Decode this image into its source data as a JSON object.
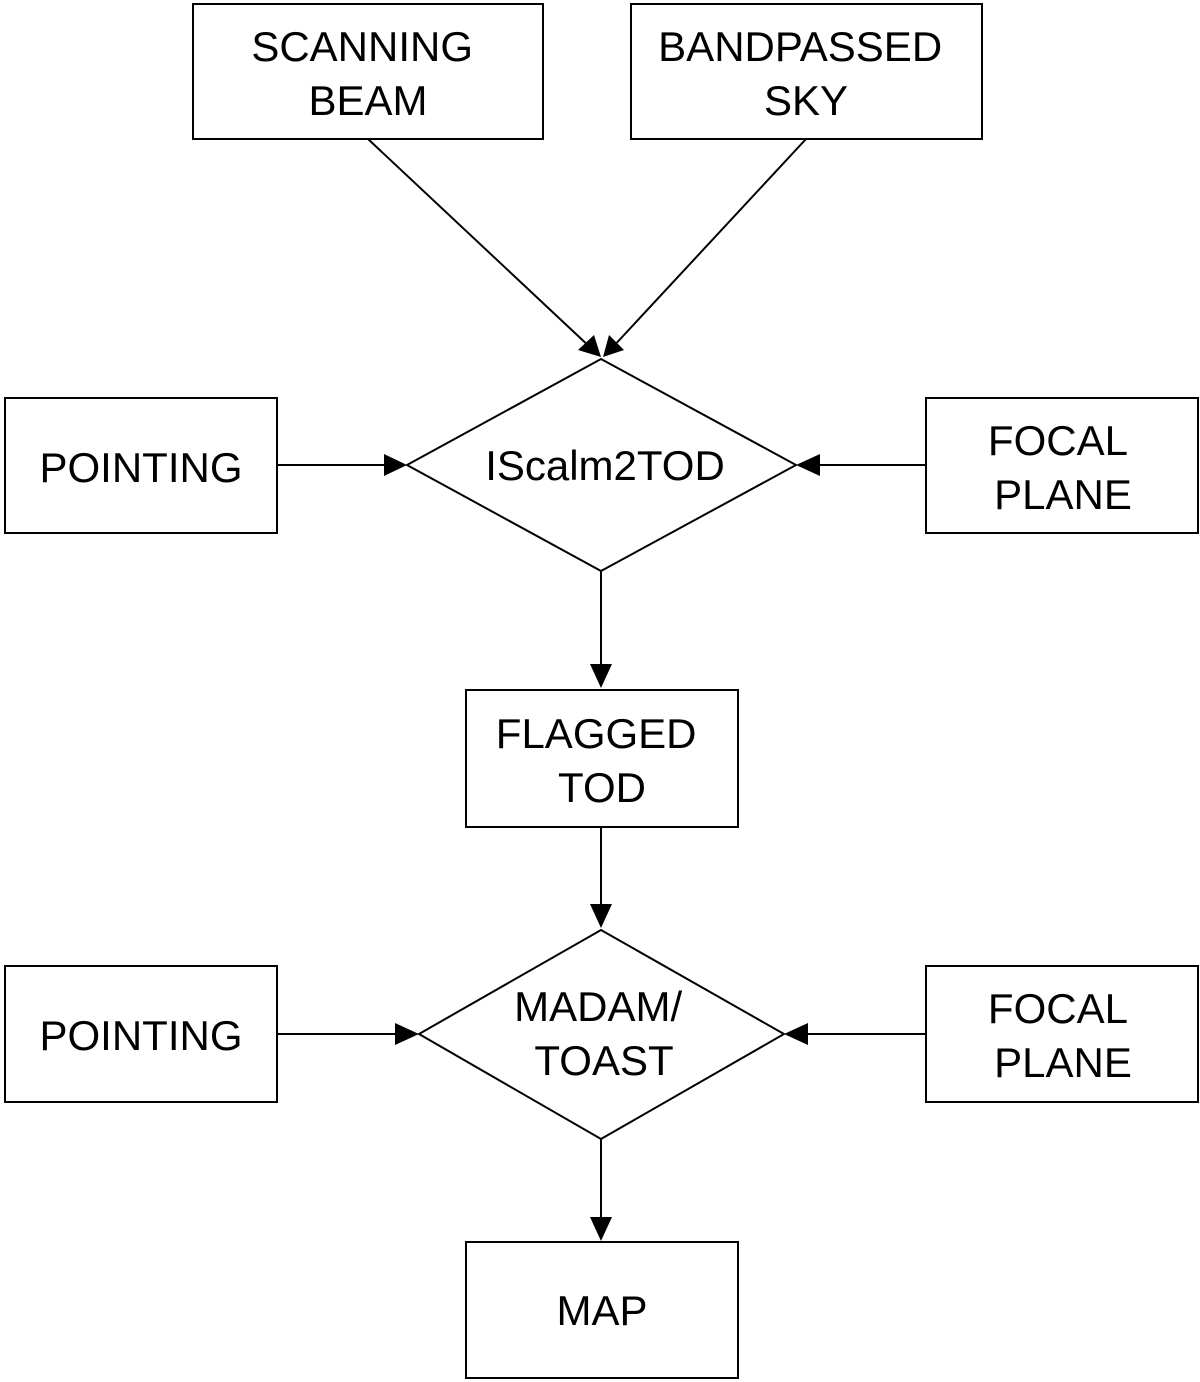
{
  "nodes": {
    "scanning_beam": {
      "lines": [
        "SCANNING",
        "BEAM"
      ]
    },
    "bandpassed_sky": {
      "lines": [
        "BANDPASSED",
        "SKY"
      ]
    },
    "pointing_1": {
      "lines": [
        "POINTING"
      ]
    },
    "iscalm2tod": {
      "lines": [
        "IScalm2TOD"
      ]
    },
    "focal_plane_1": {
      "lines": [
        "FOCAL",
        "PLANE"
      ]
    },
    "flagged_tod": {
      "lines": [
        "FLAGGED",
        "TOD"
      ]
    },
    "pointing_2": {
      "lines": [
        "POINTING"
      ]
    },
    "madam_toast": {
      "lines": [
        "MADAM/",
        "TOAST"
      ]
    },
    "focal_plane_2": {
      "lines": [
        "FOCAL",
        "PLANE"
      ]
    },
    "map": {
      "lines": [
        "MAP"
      ]
    }
  },
  "edges": [
    {
      "from": "scanning_beam",
      "to": "iscalm2tod"
    },
    {
      "from": "bandpassed_sky",
      "to": "iscalm2tod"
    },
    {
      "from": "pointing_1",
      "to": "iscalm2tod"
    },
    {
      "from": "focal_plane_1",
      "to": "iscalm2tod"
    },
    {
      "from": "iscalm2tod",
      "to": "flagged_tod"
    },
    {
      "from": "flagged_tod",
      "to": "madam_toast"
    },
    {
      "from": "pointing_2",
      "to": "madam_toast"
    },
    {
      "from": "focal_plane_2",
      "to": "madam_toast"
    },
    {
      "from": "madam_toast",
      "to": "map"
    }
  ]
}
